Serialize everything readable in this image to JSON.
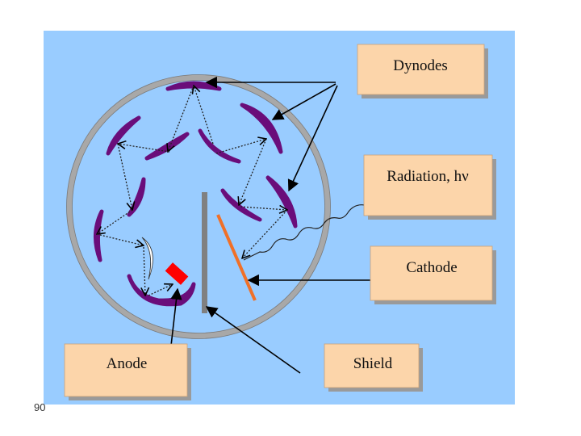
{
  "diagram": {
    "colors": {
      "background_panel": "#99ccff",
      "label_box": "#fcd5aa",
      "label_shadow": "#9a9a9a",
      "tube_rim": "#a8a8a8",
      "dynode": "#6a0d7a",
      "anode": "#ff0000",
      "cathode": "#f07028",
      "shield": "#808080",
      "arrow": "#000000"
    },
    "labels": {
      "dynodes": "Dynodes",
      "radiation": "Radiation, hν",
      "cathode": "Cathode",
      "anode": "Anode",
      "shield": "Shield"
    }
  },
  "page_number": "90"
}
